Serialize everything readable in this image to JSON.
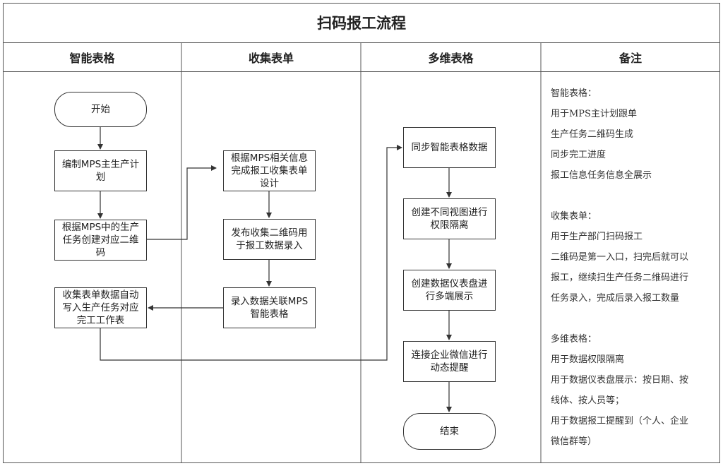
{
  "title": "扫码报工流程",
  "lanes": [
    "智能表格",
    "收集表单",
    "多维表格",
    "备注"
  ],
  "nodes": {
    "start": "开始",
    "mps_plan": "编制MPS主生产计划",
    "create_qr": "根据MPS中的生产任务创建对应二维码",
    "auto_write": "收集表单数据自动写入生产任务对应完工工作表",
    "form_design": "根据MPS相关信息完成报工收集表单设计",
    "publish_qr": "发布收集二维码用于报工数据录入",
    "enter_data": "录入数据关联MPS智能表格",
    "sync": "同步智能表格数据",
    "views": "创建不同视图进行权限隔离",
    "dashboard": "创建数据仪表盘进行多端展示",
    "wechat": "连接企业微信进行动态提醒",
    "end": "结束"
  },
  "notes": {
    "smart_table": {
      "heading": "智能表格：",
      "items": [
        "用于MPS主计划跟单",
        "生产任务二维码生成",
        "同步完工进度",
        "报工信息任务信息全展示"
      ]
    },
    "form": {
      "heading": "收集表单：",
      "items": [
        "用于生产部门扫码报工",
        "二维码是第一入口，扫完后就可以",
        "报工，继续扫生产任务二维码进行",
        "任务录入，完成后录入报工数量"
      ]
    },
    "multi_table": {
      "heading": "多维表格：",
      "items": [
        "用于数据权限隔离",
        "用于数据仪表盘展示：按日期、按",
        "线体、按人员等；",
        "用于数据报工提醒到（个人、企业",
        "微信群等）"
      ]
    }
  }
}
